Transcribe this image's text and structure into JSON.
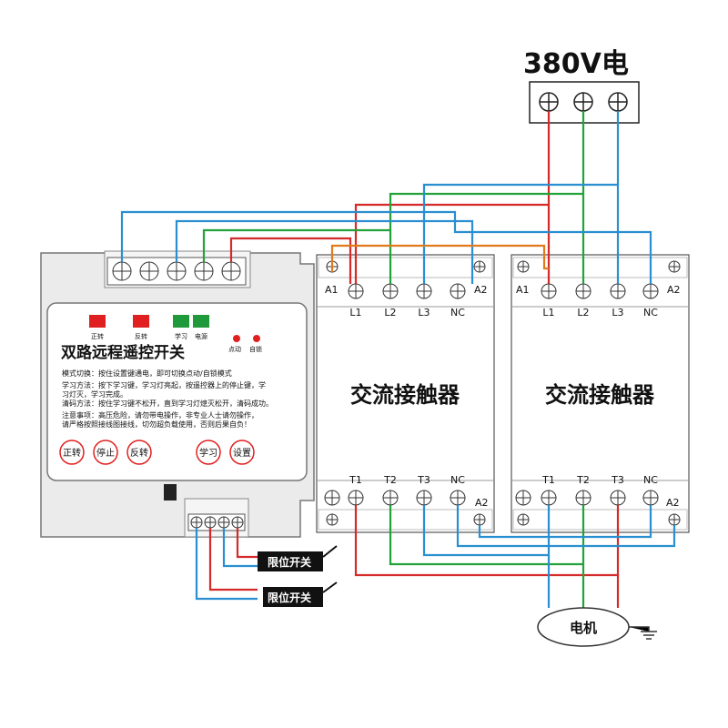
{
  "supply": {
    "label": "380V电",
    "color": "#1a7fd6"
  },
  "controller": {
    "title": "双路远程遥控开关",
    "indicators": {
      "forward": "正转",
      "reverse": "反转",
      "learn": "学习",
      "power": "电源",
      "inching": "点动",
      "self_lock": "自锁"
    },
    "notes": [
      "模式切换：按住设置键通电，即可切换点动/自锁模式",
      "学习方法：按下学习键，学习灯亮起，按遥控器上的停止键，学",
      "习灯灭，学习完成。",
      "清码方法：按住学习键不松开，直到学习灯熄灭松开，清码成功。",
      "注意事项：高压危险，请勿带电操作，非专业人士请勿操作，",
      "请严格按照接线图接线，切勿超负载使用，否则后果自负！"
    ],
    "buttons": {
      "forward": "正转",
      "stop": "停止",
      "reverse": "反转",
      "learn": "学习",
      "settings": "设置"
    }
  },
  "contactors": [
    {
      "name": "交流接触器",
      "top_labels": [
        "L1",
        "L2",
        "L3",
        "NC"
      ],
      "bottom_labels": [
        "T1",
        "T2",
        "T3",
        "NC"
      ],
      "coil_a1": "A1",
      "coil_a2": "A2",
      "coil_a2_bottom": "A2"
    },
    {
      "name": "交流接触器",
      "top_labels": [
        "L1",
        "L2",
        "L3",
        "NC"
      ],
      "bottom_labels": [
        "T1",
        "T2",
        "T3",
        "NC"
      ],
      "coil_a1": "A1",
      "coil_a2": "A2",
      "coil_a2_bottom": "A2"
    }
  ],
  "limit_switches": [
    "限位开关",
    "限位开关"
  ],
  "motor": {
    "label": "电机"
  },
  "wire_colors": {
    "red": "#d42a2a",
    "green": "#22a23a",
    "blue": "#2a8fd0",
    "orange": "#e07a1a",
    "black": "#222222"
  },
  "indicator_colors": {
    "red": "#e02020",
    "green": "#1e9a3a"
  }
}
